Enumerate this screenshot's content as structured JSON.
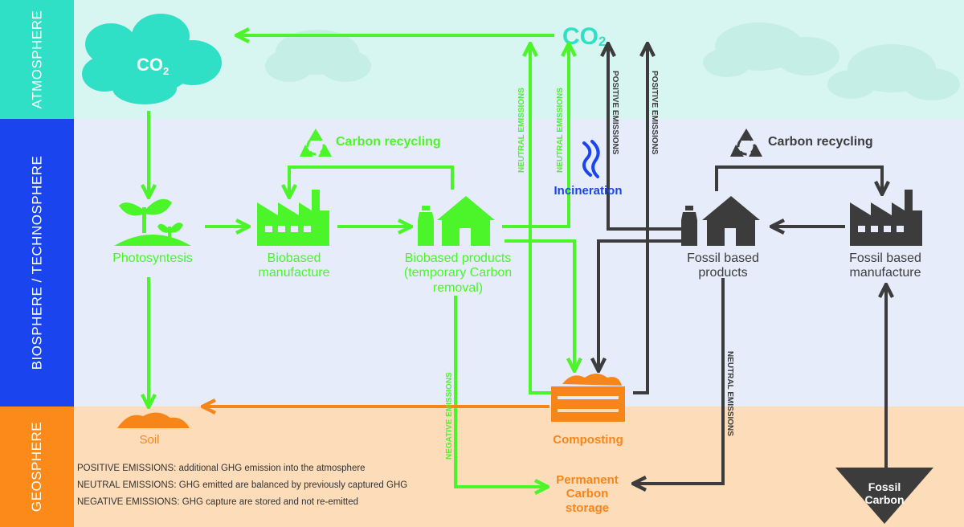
{
  "bands": {
    "atmosphere": "ATMOSPHERE",
    "biosphere": "BIOSPHERE / TECHNOSPHERE",
    "geosphere": "GEOSPHERE"
  },
  "nodes": {
    "co2_cloud": "CO",
    "co2_cloud_sub": "2",
    "co2_top": "CO",
    "co2_top_sub": "2",
    "photosynthesis": "Photosyntesis",
    "biobased_manufacture": "Biobased manufacture",
    "biobased_products": "Biobased products (temporary Carbon removal)",
    "carbon_recycling_left": "Carbon recycling",
    "carbon_recycling_right": "Carbon recycling",
    "incineration": "Incineration",
    "fossil_products": "Fossil based products",
    "fossil_manufacture": "Fossil based manufacture",
    "soil": "Soil",
    "composting": "Composting",
    "permanent_storage": "Permanent Carbon storage",
    "fossil_carbon": "Fossil Carbon"
  },
  "flow_labels": {
    "neutral_1": "NEUTRAL EMISSIONS",
    "neutral_2": "NEUTRAL EMISSIONS",
    "positive_1": "POSITIVE EMISSIONS",
    "positive_2": "POSITIVE EMISSIONS",
    "negative": "NEGATIVE EMISSIONS",
    "neutral_fossil": "NEUTRAL EMISSIONS"
  },
  "legend": [
    {
      "term": "POSITIVE EMISSIONS",
      "desc": ": additional GHG emission into the atmosphere"
    },
    {
      "term": "NEUTRAL EMISSIONS",
      "desc": ": GHG emitted are balanced by previously captured GHG"
    },
    {
      "term": "NEGATIVE EMISSIONS",
      "desc": ": GHG capture are stored and not re-emitted"
    }
  ],
  "colors": {
    "green": "#4cf52a",
    "grey": "#3c3c3c",
    "orange": "#f7861a",
    "teal": "#2fe0c6",
    "blue": "#1a44ee"
  },
  "icons": [
    "cloud-icon",
    "sprout-icon",
    "factory-icon",
    "bottle-icon",
    "house-icon",
    "recycle-icon",
    "flame-icon",
    "compost-crate-icon",
    "soil-mound-icon",
    "triangle-icon"
  ]
}
